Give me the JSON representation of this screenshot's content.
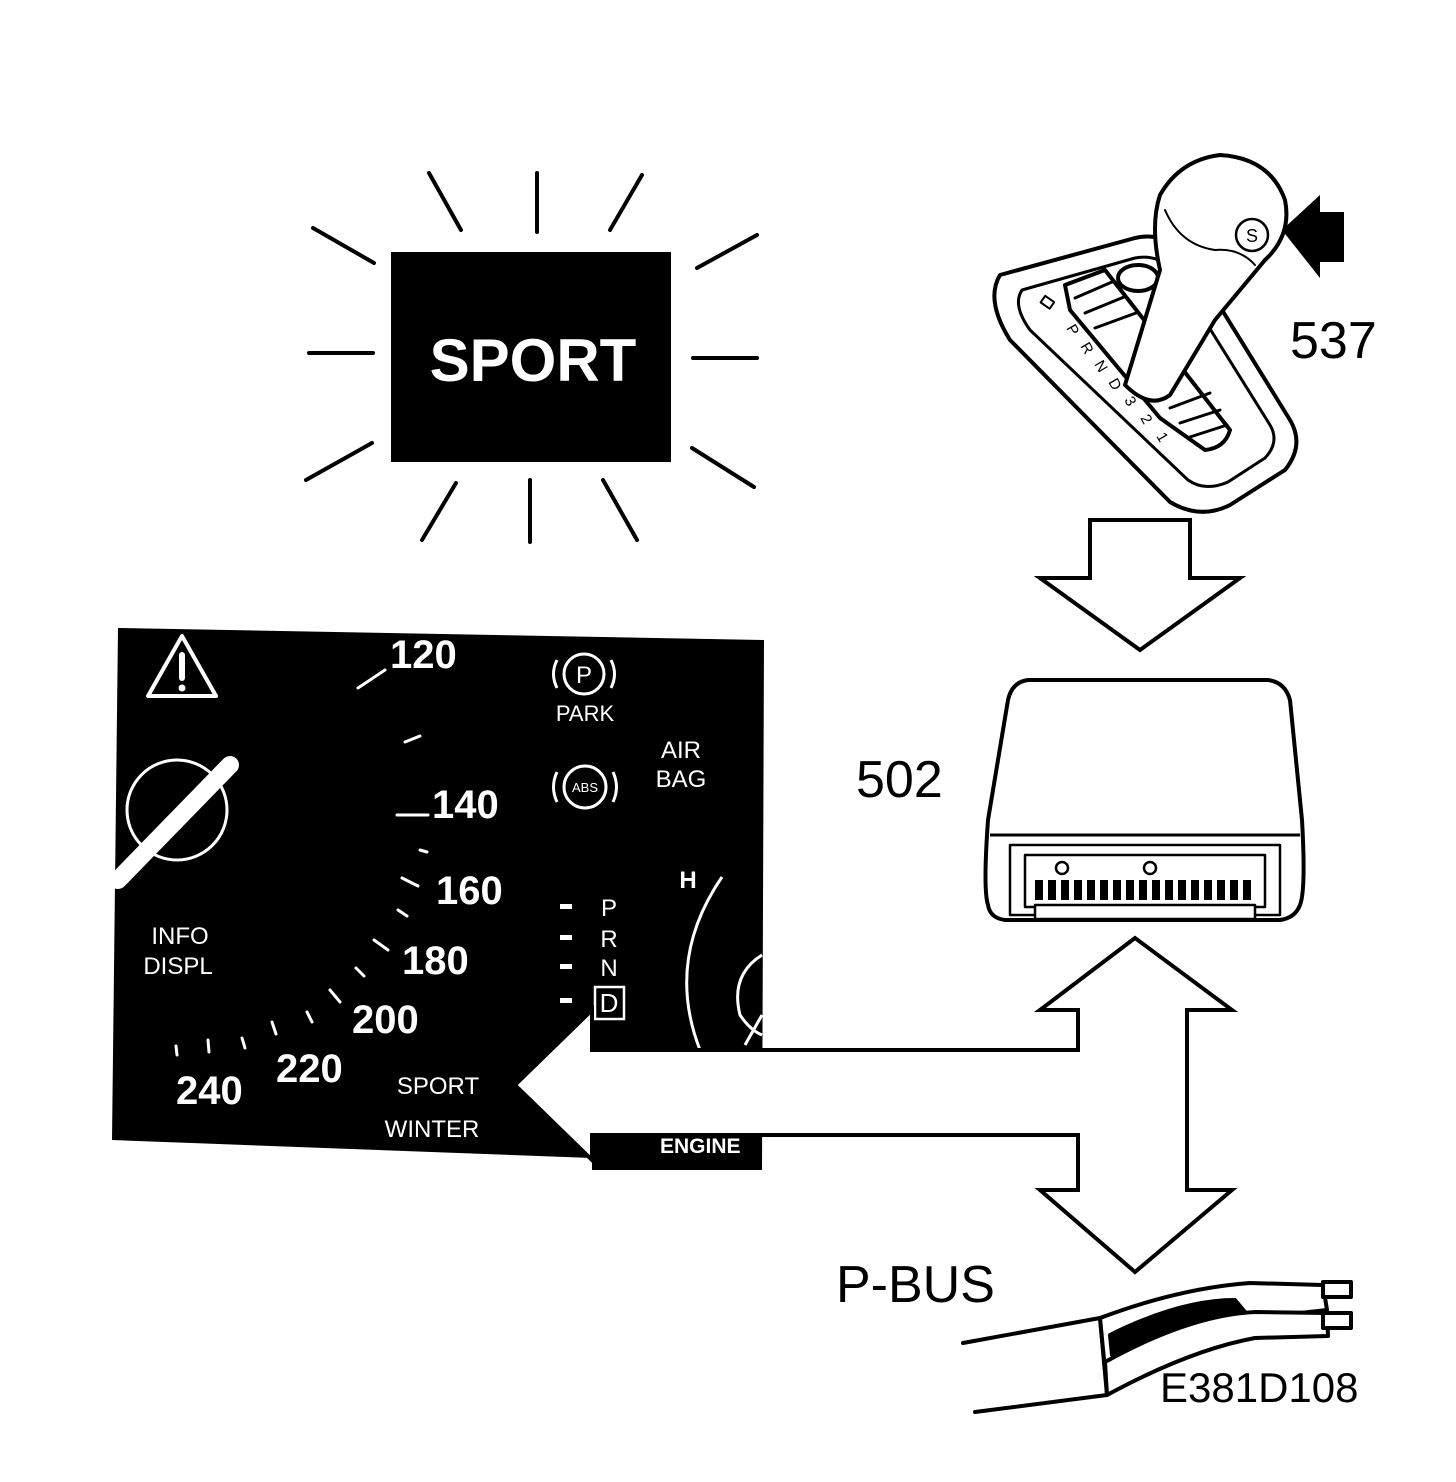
{
  "sport_indicator": {
    "label": "SPORT"
  },
  "gear_selector": {
    "ref_number": "537",
    "button_letter": "S",
    "gates": [
      "P",
      "R",
      "N",
      "D",
      "3",
      "2",
      "1"
    ]
  },
  "control_module": {
    "ref_number": "502"
  },
  "instrument_cluster": {
    "speed_labels": [
      "120",
      "140",
      "160",
      "180",
      "200",
      "220",
      "240"
    ],
    "park_icon_letter": "P",
    "park_label": "PARK",
    "abs_icon_text": "ABS",
    "airbag_label_line1": "AIR",
    "airbag_label_line2": "BAG",
    "info_label_line1": "INFO",
    "info_label_line2": "DISPL",
    "mode_sport": "SPORT",
    "mode_winter": "WINTER",
    "gear_p": "P",
    "gear_r": "R",
    "gear_n": "N",
    "gear_d": "D",
    "temp_label": "H",
    "engine_label": "ENGINE"
  },
  "bus": {
    "label": "P-BUS"
  },
  "figure_code": "E381D108"
}
